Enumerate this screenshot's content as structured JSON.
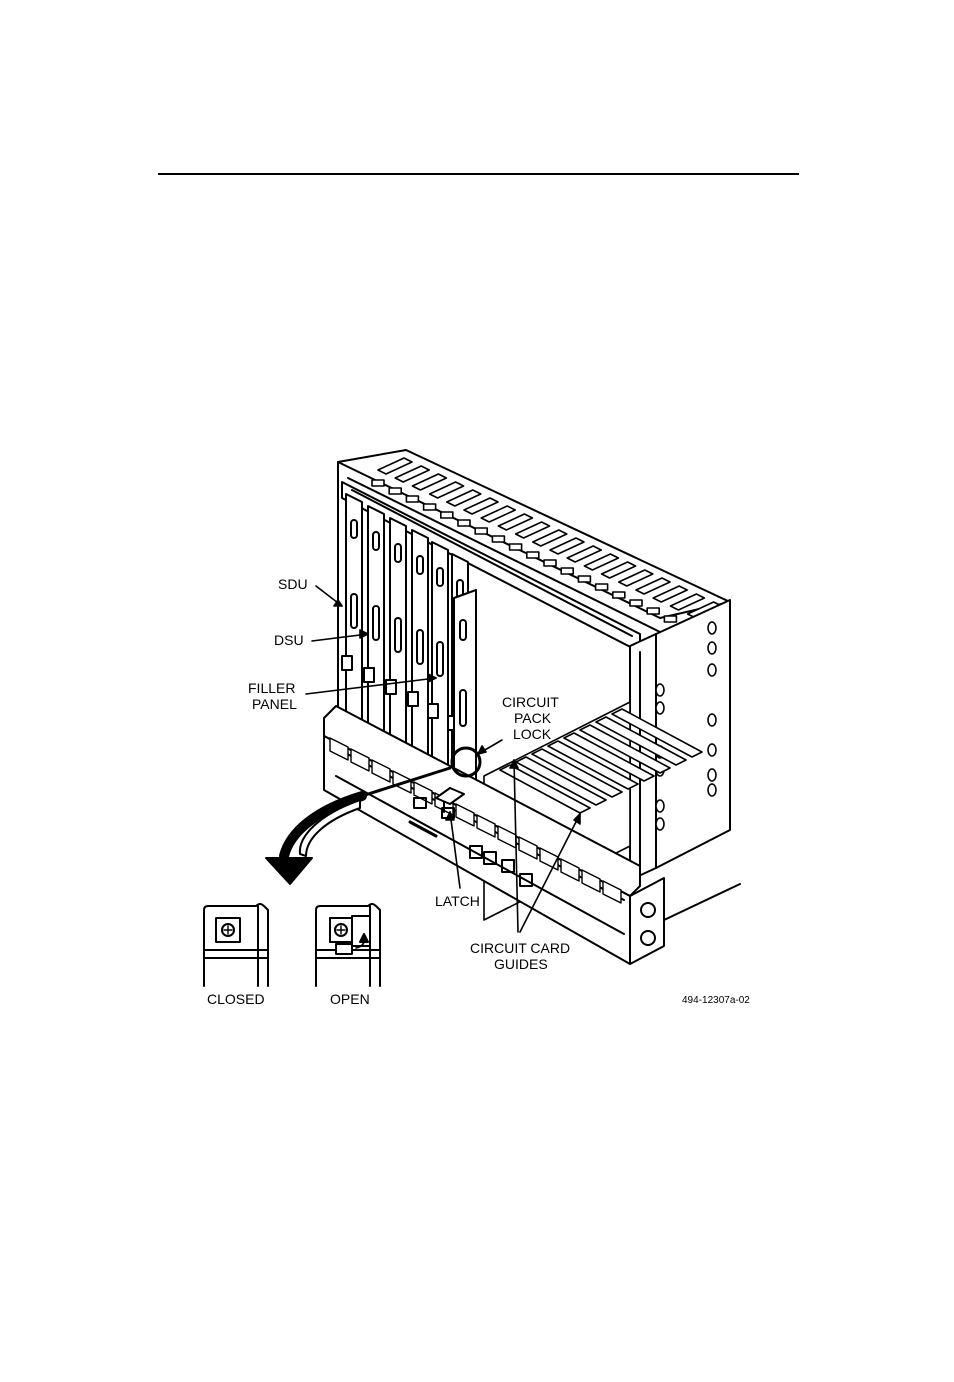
{
  "labels": {
    "sdu": "SDU",
    "dsu": "DSU",
    "filler_line1": "FILLER",
    "filler_line2": "PANEL",
    "cpl_line1": "CIRCUIT",
    "cpl_line2": "PACK",
    "cpl_line3": "LOCK",
    "latch": "LATCH",
    "ccg_line1": "CIRCUIT CARD",
    "ccg_line2": "GUIDES",
    "closed": "CLOSED",
    "open": "OPEN",
    "figure_id": "494-12307a-02"
  }
}
